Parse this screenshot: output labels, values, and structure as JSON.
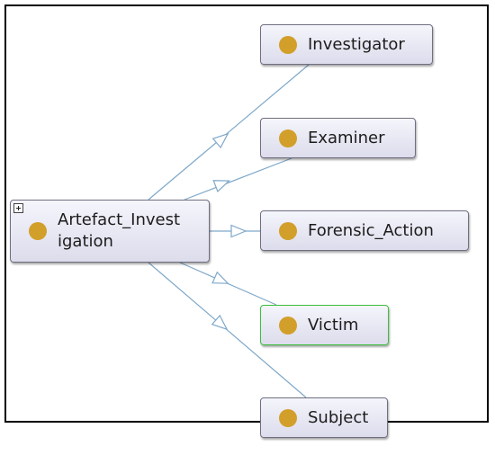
{
  "diagram": {
    "root": {
      "id": "artefact",
      "label": "Artefact_Investigation",
      "label_lines": [
        "Artefact_Invest",
        "igation"
      ],
      "expandable": true
    },
    "nodes": [
      {
        "id": "investigator",
        "label": "Investigator",
        "selected": false
      },
      {
        "id": "examiner",
        "label": "Examiner",
        "selected": false
      },
      {
        "id": "forensic-action",
        "label": "Forensic_Action",
        "selected": false
      },
      {
        "id": "victim",
        "label": "Victim",
        "selected": true
      },
      {
        "id": "subject",
        "label": "Subject",
        "selected": false
      }
    ],
    "colors": {
      "class_dot": "#d29f2a",
      "edge": "#7fa8c9",
      "selected_border": "#3bbf3b",
      "node_fill": "#e6e6f2"
    }
  }
}
